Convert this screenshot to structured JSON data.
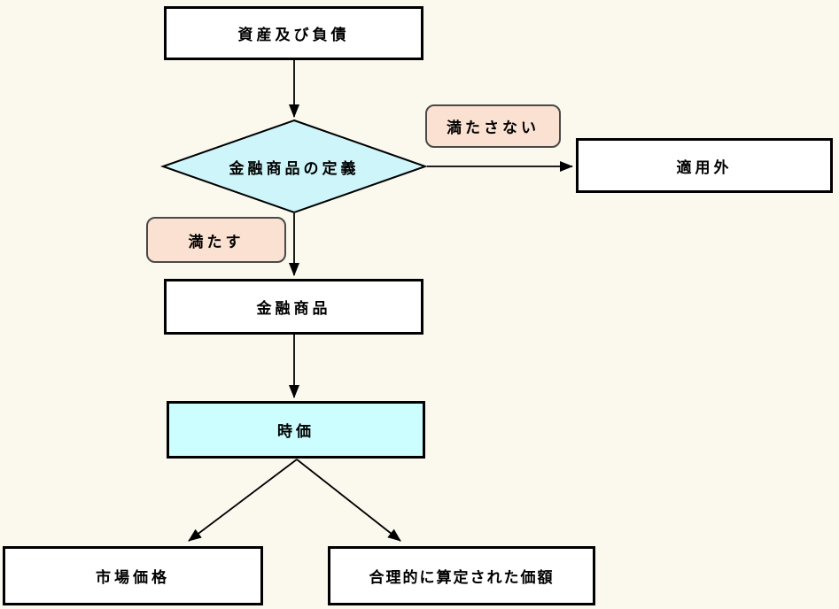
{
  "flowchart": {
    "title": "financial-instruments-fair-value-flowchart",
    "colors": {
      "background": "#fbf8ee",
      "node_fill": "#ffffff",
      "decision_fill": "#cdf5fa",
      "highlight_fill": "#ccfeff",
      "edge_label_fill": "#fae1d1",
      "border": "#000000"
    },
    "nodes": {
      "assets_liabilities": "資産及び負債",
      "financial_instrument_definition": "金融商品の定義",
      "not_applicable": "適用外",
      "financial_instruments": "金融商品",
      "fair_value": "時価",
      "market_price": "市場価格",
      "reasonably_calculated_value": "合理的に算定された価額"
    },
    "edge_labels": {
      "not_satisfied": "満たさない",
      "satisfied": "満たす"
    }
  }
}
